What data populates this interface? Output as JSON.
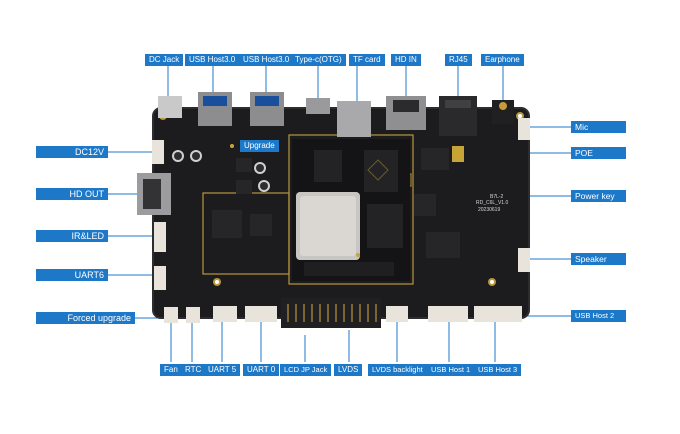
{
  "labels": {
    "top": [
      "DC Jack",
      "USB Host3.0",
      "USB Host3.0",
      "Type-c(OTG)",
      "TF card",
      "HD IN",
      "RJ45",
      "Earphone"
    ],
    "left": [
      "DC12V",
      "HD OUT",
      "IR&LED",
      "UART6",
      "Forced upgrade"
    ],
    "right": [
      "Mic",
      "POE",
      "Power key",
      "Speaker",
      "USB Host 2"
    ],
    "bottom": [
      "Fan",
      "RTC",
      "UART 5",
      "UART 0",
      "LCD JP Jack",
      "LVDS",
      "LVDS backlight",
      "USB Host 1",
      "USB Host 3"
    ],
    "upgrade": "Upgrade"
  },
  "board_silkscreen": {
    "model": "RD_C6L_V1.0",
    "date": "20230619",
    "code": "B7L-2"
  },
  "colors": {
    "label_bg": "#1e78c8",
    "leader_line": "#1e78c8",
    "pcb": "#1c1c1e",
    "gold": "#b8963c"
  }
}
